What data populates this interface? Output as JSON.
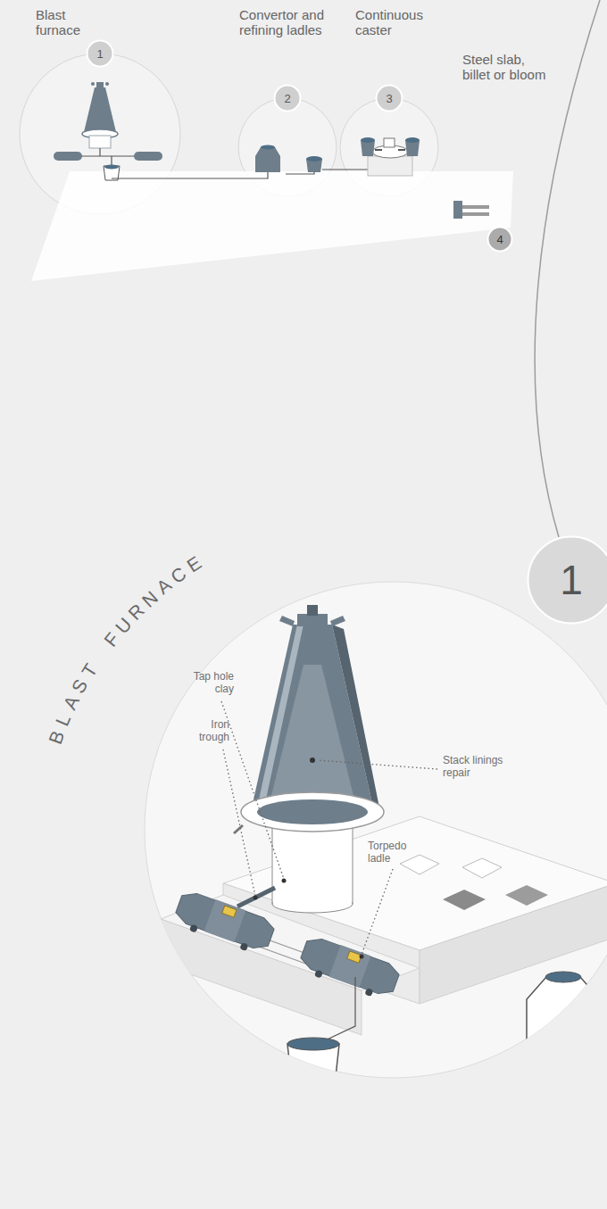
{
  "diagram": {
    "nodes": [
      {
        "text": [
          "1"
        ]
      },
      {
        "text": [
          "2"
        ]
      },
      {
        "text": [
          "3"
        ]
      },
      {
        "text": [
          "4"
        ]
      },
      {
        "text": [
          "1"
        ]
      }
    ],
    "labels": [
      "Blast furnace",
      "Convertor and refining ladles",
      "Continuous caster",
      "Steel slab, billet or bloom",
      "BLAST FURNACE",
      "Tap hole clay",
      "Iron trough",
      "Stack linings repair",
      "Torpedo ladle"
    ]
  }
}
